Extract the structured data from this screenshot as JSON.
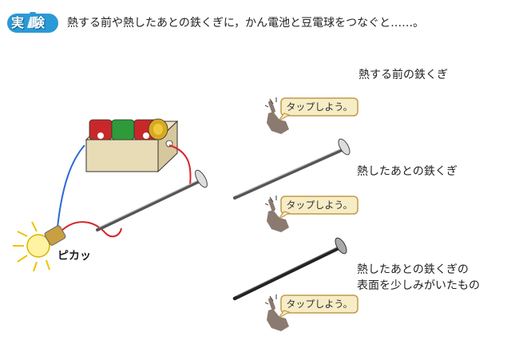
{
  "badge": {
    "label": "実験"
  },
  "headline": "熱する前や熱したあとの鉄くぎに，かん電池と豆電球をつなぐと……。",
  "bulb_caption": "ピカッ",
  "samples": [
    {
      "label": "熱する前の鉄くぎ",
      "button": "タップしよう。"
    },
    {
      "label": "熱したあとの鉄くぎ",
      "button": "タップしよう。"
    },
    {
      "label_lines": [
        "熱したあとの鉄くぎの",
        "表面を少しみがいたもの"
      ],
      "button": "タップしよう。"
    }
  ],
  "colors": {
    "badge_blue": "#2a9ad6",
    "battery_red": "#c8282a",
    "battery_green": "#2e9a3a",
    "battery_gold": "#d8a820",
    "wire_red": "#d8242a",
    "wire_blue": "#2a6ad6",
    "tap_bubble": "#f6edc6",
    "tap_border": "#c49a4a",
    "hand": "#8a7a70"
  }
}
